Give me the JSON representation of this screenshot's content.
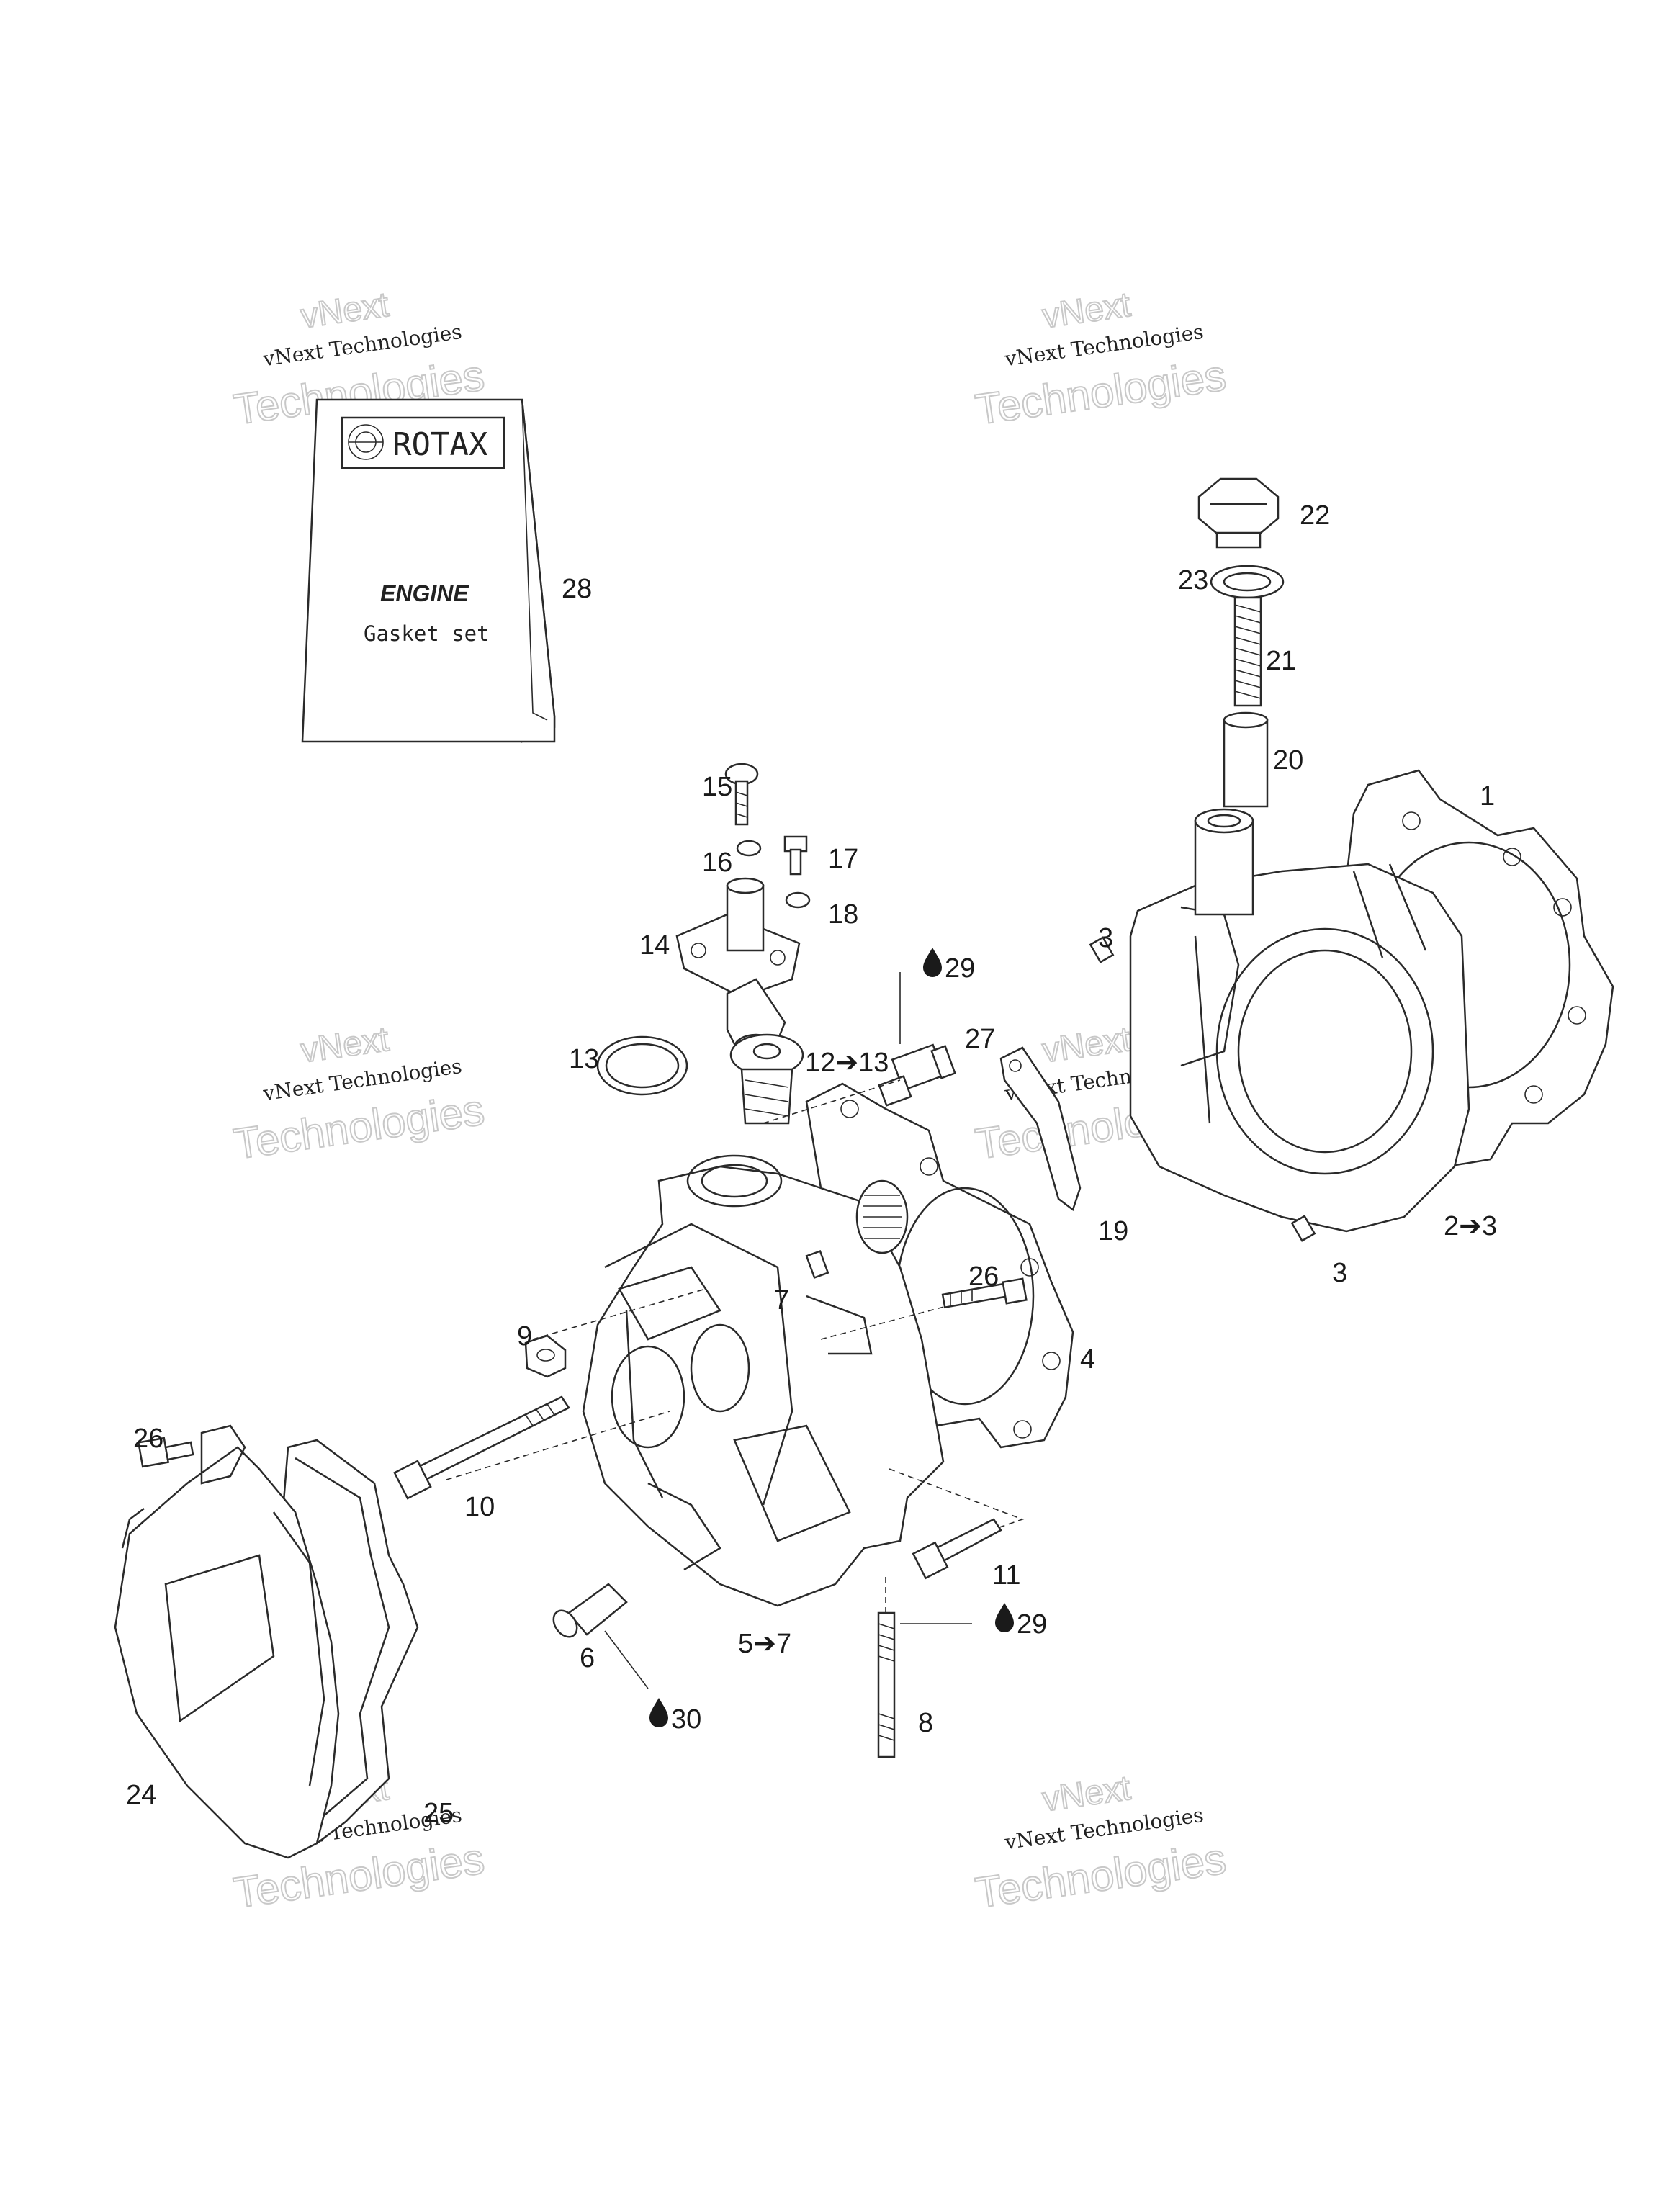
{
  "booklet": {
    "brand": "ROTAX",
    "title": "ENGINE",
    "subtitle": "Gasket set"
  },
  "watermark": {
    "line0": "vNext",
    "line1": "vNext Technologies",
    "line2": "Technologies"
  },
  "callouts": {
    "c1": "1",
    "c2to3": "2➔3",
    "c3a": "3",
    "c3b": "3",
    "c4": "4",
    "c5to7": "5➔7",
    "c6": "6",
    "c7": "7",
    "c8": "8",
    "c9": "9",
    "c10": "10",
    "c11": "11",
    "c12to13": "12➔13",
    "c13": "13",
    "c14": "14",
    "c15": "15",
    "c16": "16",
    "c17": "17",
    "c18": "18",
    "c19": "19",
    "c20": "20",
    "c21": "21",
    "c22": "22",
    "c23": "23",
    "c24": "24",
    "c25": "25",
    "c26a": "26",
    "c26b": "26",
    "c27": "27",
    "c28": "28",
    "c29a": "29",
    "c29b": "29",
    "c30": "30"
  },
  "icons": {
    "drop": "oil-drop-icon"
  }
}
